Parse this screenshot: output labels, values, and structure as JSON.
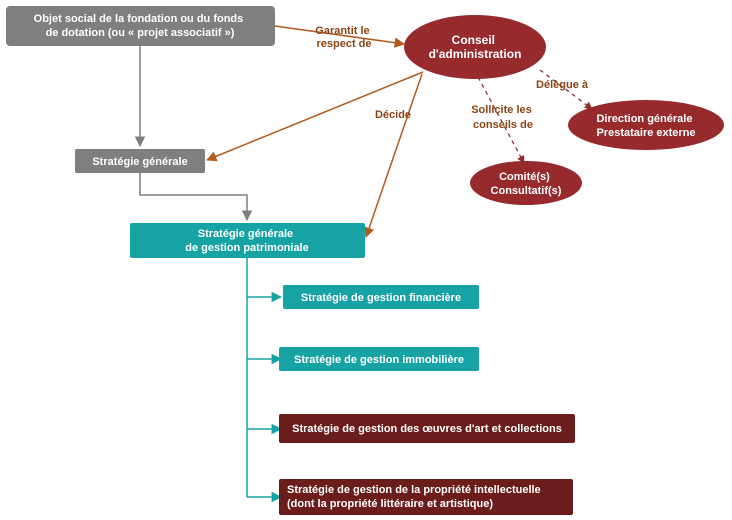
{
  "colors": {
    "gray": "#7f7f7f",
    "teal": "#17a2a4",
    "maroon": "#6b1d1b",
    "ellipse_red": "#962a2c",
    "decide_arrow": "#b35a1f",
    "delegate_arrow": "#8a2f2f",
    "link_label": "#8a4416"
  },
  "nodes": {
    "objet_social": {
      "lines": [
        "Objet social de la fondation ou du fonds",
        "de dotation (ou « projet associatif »)"
      ]
    },
    "conseil": {
      "lines": [
        "Conseil",
        "d'administration"
      ]
    },
    "direction": {
      "lines": [
        "Direction générale",
        "Prestataire externe"
      ]
    },
    "comite": {
      "lines": [
        "Comité(s)",
        "Consultatif(s)"
      ]
    },
    "strategie_generale": {
      "lines": [
        "Stratégie générale"
      ]
    },
    "strategie_patrimoniale": {
      "lines": [
        "Stratégie générale",
        "de gestion patrimoniale"
      ]
    },
    "financiere": {
      "lines": [
        "Stratégie de gestion financière"
      ]
    },
    "immobiliere": {
      "lines": [
        "Stratégie de gestion immobilière"
      ]
    },
    "oeuvres": {
      "lines": [
        "Stratégie de gestion des œuvres d'art et collections"
      ]
    },
    "propriete": {
      "lines": [
        "Stratégie de gestion de la propriété intellectuelle",
        "(dont la propriété littéraire et artistique)"
      ]
    }
  },
  "links": {
    "garantit": {
      "lines": [
        "Garantit le",
        "respect de"
      ]
    },
    "decide": {
      "lines": [
        "Décide"
      ]
    },
    "sollicite": {
      "lines": [
        "Sollicite les",
        "conseils de"
      ]
    },
    "delegue": {
      "lines": [
        "Délègue à"
      ]
    }
  }
}
